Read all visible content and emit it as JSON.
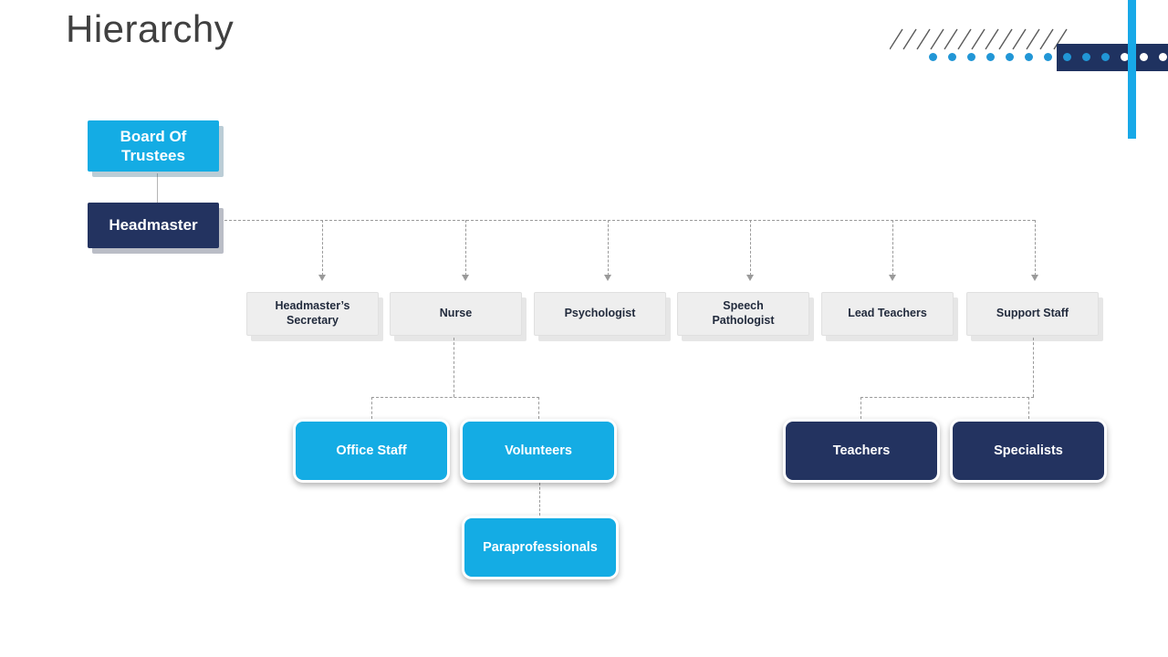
{
  "slide": {
    "title": "Hierarchy",
    "background": "#ffffff"
  },
  "colors": {
    "cyan": "#14ace4",
    "navy": "#233360",
    "gray_box": "#eeeeee",
    "title_text": "#404040",
    "connector": "#9a9a9a",
    "deco_dot_blue": "#2196d6",
    "deco_dot_white": "#ffffff"
  },
  "decoration": {
    "hatch_stroke_count": 13,
    "dots_blue_count": 10,
    "dots_white_count": 3,
    "navy_bar": "navy-accent-bar",
    "cyan_bar": "cyan-accent-bar"
  },
  "chart_data": {
    "type": "diagram",
    "title": "Hierarchy",
    "nodes": [
      {
        "id": "board",
        "label": "Board Of\nTrustees",
        "style": "cyan-flat",
        "level": 0
      },
      {
        "id": "headmaster",
        "label": "Headmaster",
        "style": "navy-flat",
        "level": 1
      },
      {
        "id": "secretary",
        "label": "Headmaster’s\nSecretary",
        "style": "gray-flat",
        "level": 2
      },
      {
        "id": "nurse",
        "label": "Nurse",
        "style": "gray-flat",
        "level": 2
      },
      {
        "id": "psychologist",
        "label": "Psychologist",
        "style": "gray-flat",
        "level": 2
      },
      {
        "id": "speech",
        "label": "Speech\nPathologist",
        "style": "gray-flat",
        "level": 2
      },
      {
        "id": "leadteachers",
        "label": "Lead Teachers",
        "style": "gray-flat",
        "level": 2
      },
      {
        "id": "support",
        "label": "Support  Staff",
        "style": "gray-flat",
        "level": 2
      },
      {
        "id": "office",
        "label": "Office Staff",
        "style": "cyan-round",
        "level": 3
      },
      {
        "id": "volunteers",
        "label": "Volunteers",
        "style": "cyan-round",
        "level": 3
      },
      {
        "id": "teachers",
        "label": "Teachers",
        "style": "navy-round",
        "level": 3
      },
      {
        "id": "specialists",
        "label": "Specialists",
        "style": "navy-round",
        "level": 3
      },
      {
        "id": "paraprof",
        "label": "Paraprofessionals",
        "style": "cyan-round",
        "level": 4
      }
    ],
    "edges": [
      {
        "from": "board",
        "to": "headmaster"
      },
      {
        "from": "headmaster",
        "to": "secretary"
      },
      {
        "from": "headmaster",
        "to": "nurse"
      },
      {
        "from": "headmaster",
        "to": "psychologist"
      },
      {
        "from": "headmaster",
        "to": "speech"
      },
      {
        "from": "headmaster",
        "to": "leadteachers"
      },
      {
        "from": "headmaster",
        "to": "support"
      },
      {
        "from": "nurse",
        "to": "office"
      },
      {
        "from": "nurse",
        "to": "volunteers"
      },
      {
        "from": "volunteers",
        "to": "paraprof"
      },
      {
        "from": "support",
        "to": "teachers"
      },
      {
        "from": "support",
        "to": "specialists"
      }
    ]
  },
  "labels": {
    "board_line1": "Board Of",
    "board_line2": "Trustees",
    "headmaster": "Headmaster",
    "secretary_line1": "Headmaster’s",
    "secretary_line2": "Secretary",
    "nurse": "Nurse",
    "psychologist": "Psychologist",
    "speech_line1": "Speech",
    "speech_line2": "Pathologist",
    "lead_teachers": "Lead Teachers",
    "support_staff": "Support  Staff",
    "office_staff": "Office Staff",
    "volunteers": "Volunteers",
    "teachers": "Teachers",
    "specialists": "Specialists",
    "paraprofessionals": "Paraprofessionals"
  }
}
